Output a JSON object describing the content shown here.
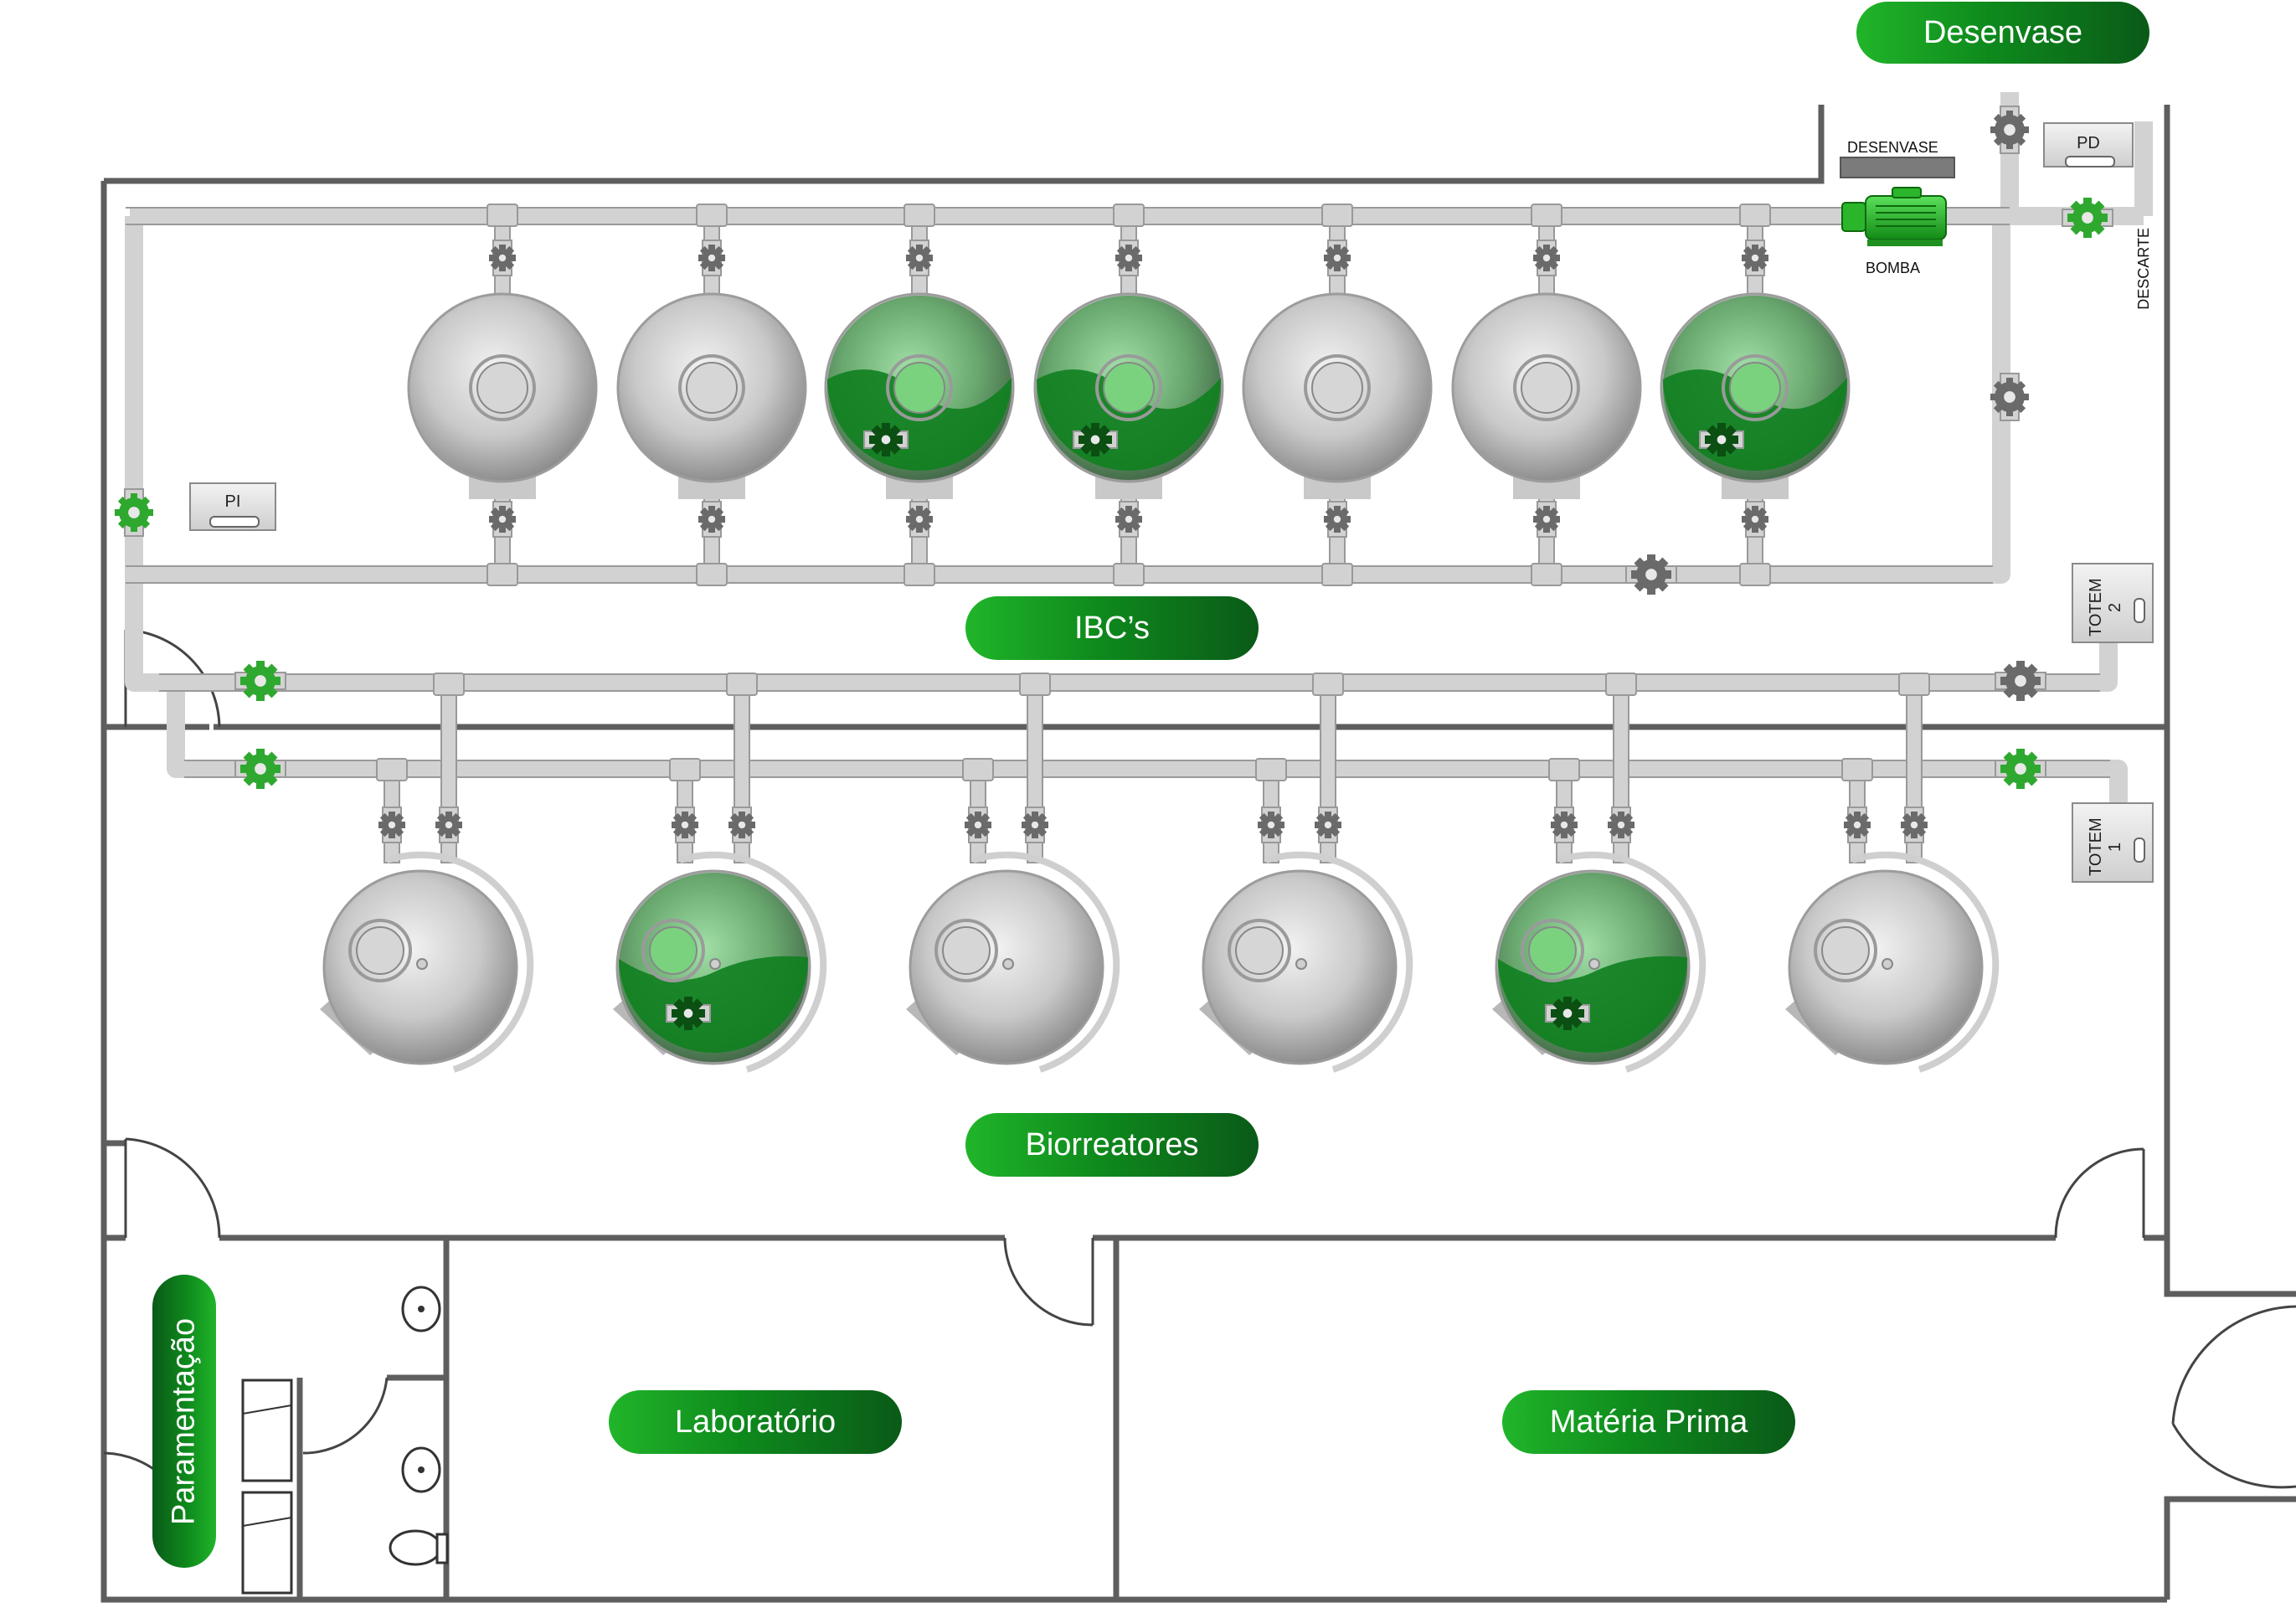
{
  "areas": {
    "desenvase": "Desenvase",
    "ibcs": "IBC’s",
    "biorreatores": "Biorreatores",
    "laboratorio": "Laboratório",
    "materia_prima": "Matéria Prima",
    "paramentacao": "Paramentação"
  },
  "equipment_labels": {
    "desenvase_station": "DESENVASE",
    "pd_panel": "PD",
    "pi_panel": "PI",
    "pump": "BOMBA",
    "discharge": "DESCARTE",
    "totem_2": "TOTEM 2",
    "totem_1": "TOTEM 1"
  },
  "ibc_tanks": [
    {
      "filled": false
    },
    {
      "filled": false
    },
    {
      "filled": true
    },
    {
      "filled": true
    },
    {
      "filled": false
    },
    {
      "filled": false
    },
    {
      "filled": true
    }
  ],
  "bioreactors": [
    {
      "filled": false
    },
    {
      "filled": true
    },
    {
      "filled": false
    },
    {
      "filled": false
    },
    {
      "filled": true
    },
    {
      "filled": false
    }
  ],
  "valves": {
    "active_color": "#2fa82f",
    "inactive_color": "#6a6a6a",
    "pi_line": "active",
    "desenvase_top": "inactive",
    "descarte": "active",
    "desenvase_mid": "inactive",
    "ibc_return": "inactive",
    "line_1_left": "active",
    "line_1_right": "inactive",
    "line_2_left": "active",
    "line_2_right": "active"
  },
  "colors": {
    "pipe": "#d2d2d2",
    "wall": "#5e5e5e",
    "tank_empty": "#bdbdbd",
    "tank_filled": "#0f7f1f",
    "pill_start": "#21b52a",
    "pill_end": "#0a5a18"
  }
}
